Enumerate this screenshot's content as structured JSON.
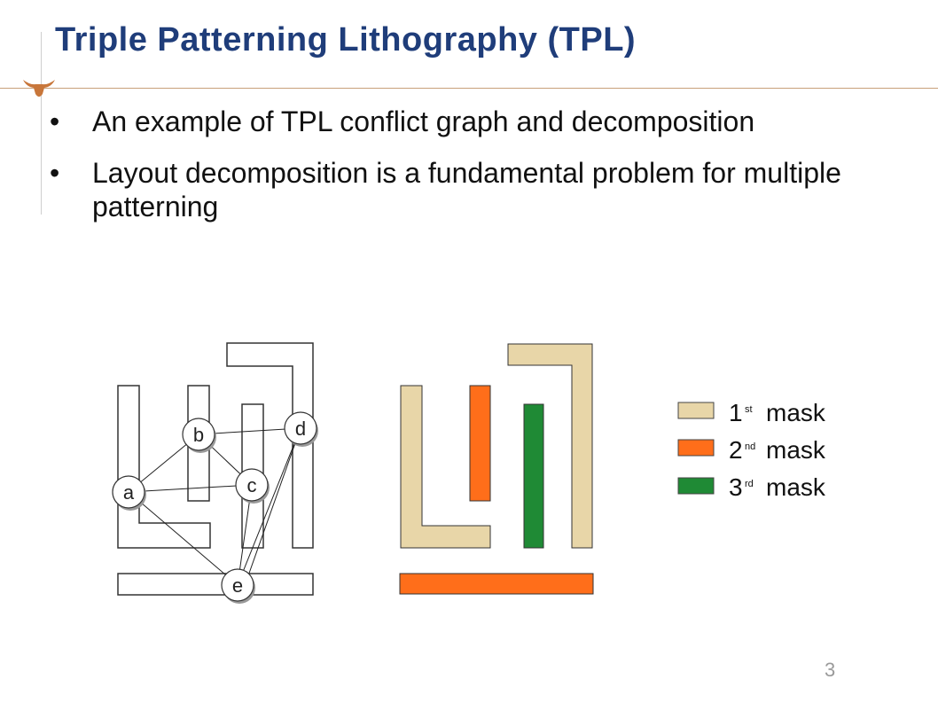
{
  "slide": {
    "title": "Triple Patterning Lithography (TPL)",
    "bullets": [
      "An example of TPL conflict graph and decomposition",
      "Layout decomposition is a fundamental problem for multiple patterning"
    ],
    "bullet_symbol": "•",
    "page_number": "3",
    "logo_icon": "longhorn-logo",
    "accent_color": "#c8a07a",
    "title_color": "#1f3d7a"
  },
  "figure": {
    "graph_nodes": [
      "a",
      "b",
      "c",
      "d",
      "e"
    ],
    "graph_edges": [
      [
        "a",
        "b"
      ],
      [
        "a",
        "c"
      ],
      [
        "a",
        "e"
      ],
      [
        "b",
        "c"
      ],
      [
        "b",
        "d"
      ],
      [
        "c",
        "e"
      ],
      [
        "d",
        "e"
      ],
      [
        "d",
        "e"
      ]
    ],
    "legend": [
      {
        "number": "1",
        "suffix": "st",
        "label": "mask",
        "color": "#e8d6a8"
      },
      {
        "number": "2",
        "suffix": "nd",
        "label": "mask",
        "color": "#ff6e1a"
      },
      {
        "number": "3",
        "suffix": "rd",
        "label": "mask",
        "color": "#1f8a35"
      }
    ]
  }
}
